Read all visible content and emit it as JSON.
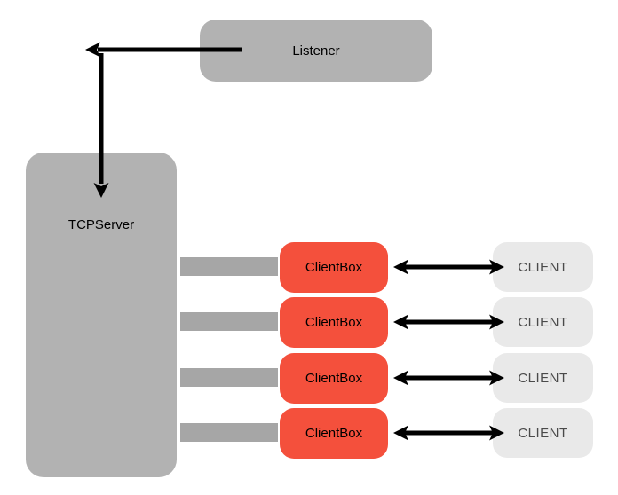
{
  "nodes": {
    "listener": {
      "label": "Listener"
    },
    "tcpserver": {
      "label": "TCPServer"
    }
  },
  "rows": [
    {
      "clientbox_label": "ClientBox",
      "client_label": "CLIENT"
    },
    {
      "clientbox_label": "ClientBox",
      "client_label": "CLIENT"
    },
    {
      "clientbox_label": "ClientBox",
      "client_label": "CLIENT"
    },
    {
      "clientbox_label": "ClientBox",
      "client_label": "CLIENT"
    }
  ],
  "colors": {
    "background": "#ffffff",
    "box_gray": "#b2b2b2",
    "bar_gray": "#a6a6a6",
    "clientbox_red": "#f4503c",
    "client_bg": "#e9e9e9",
    "client_text": "#4a4a4a",
    "label_text": "#000000",
    "arrow": "#000000"
  }
}
